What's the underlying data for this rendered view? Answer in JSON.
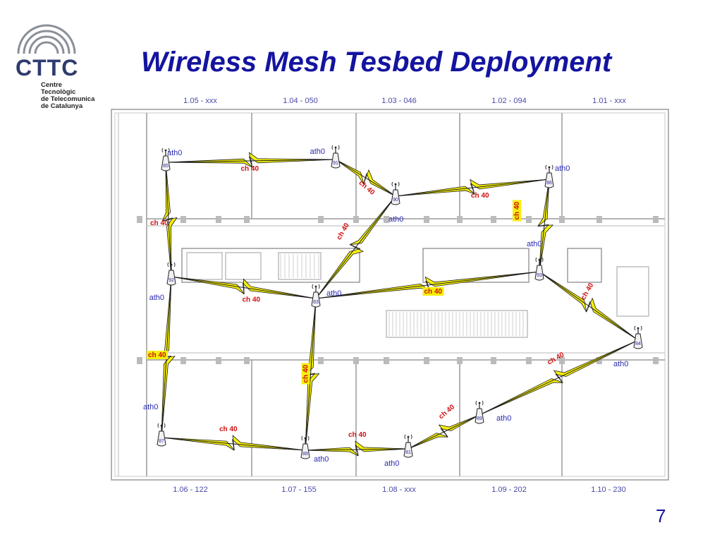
{
  "slide": {
    "title": "Wireless Mesh Tesbed Deployment",
    "page_number": "7"
  },
  "logo": {
    "name": "CTTC",
    "subtitle": [
      "Centre",
      "Tecnològic",
      "de Telecomunica",
      "de Catalunya"
    ]
  },
  "rooms_top": [
    "1.05 - xxx",
    "1.04 - 050",
    "1.03 - 046",
    "1.02 - 094",
    "1.01 - xxx"
  ],
  "rooms_bottom": [
    "1.06 - 122",
    "1.07 - 155",
    "1.08 - xxx",
    "1.09 - 202",
    "1.10 - 230"
  ],
  "nodes": [
    {
      "id": "85",
      "iface": "ath0"
    },
    {
      "id": "91",
      "iface": "ath0"
    },
    {
      "id": "90",
      "iface": "ath0"
    },
    {
      "id": "86",
      "iface": "ath0"
    },
    {
      "id": "92",
      "iface": "ath0"
    },
    {
      "id": "83",
      "iface": "ath0"
    },
    {
      "id": "93",
      "iface": "ath0"
    },
    {
      "id": "84",
      "iface": "ath0"
    },
    {
      "id": "87",
      "iface": "ath0"
    },
    {
      "id": "88",
      "iface": "ath0"
    },
    {
      "id": "81",
      "iface": "ath0"
    },
    {
      "id": "89",
      "iface": "ath0"
    }
  ],
  "links": [
    {
      "from": "85",
      "to": "91",
      "channel": "ch 40",
      "highlight": false
    },
    {
      "from": "91",
      "to": "90",
      "channel": "ch 40",
      "highlight": false
    },
    {
      "from": "90",
      "to": "86",
      "channel": "ch 40",
      "highlight": false
    },
    {
      "from": "85",
      "to": "92",
      "channel": "ch 40",
      "highlight": false
    },
    {
      "from": "86",
      "to": "93",
      "channel": "ch 40",
      "highlight": true
    },
    {
      "from": "90",
      "to": "83",
      "channel": "ch 40",
      "highlight": false
    },
    {
      "from": "92",
      "to": "83",
      "channel": "ch 40",
      "highlight": false
    },
    {
      "from": "83",
      "to": "93",
      "channel": "ch 40",
      "highlight": true
    },
    {
      "from": "93",
      "to": "84",
      "channel": "ch 40",
      "highlight": false
    },
    {
      "from": "92",
      "to": "87",
      "channel": "ch 40",
      "highlight": true
    },
    {
      "from": "83",
      "to": "88",
      "channel": "ch 40",
      "highlight": true
    },
    {
      "from": "87",
      "to": "88",
      "channel": "ch 40",
      "highlight": false
    },
    {
      "from": "88",
      "to": "81",
      "channel": "ch 40",
      "highlight": false
    },
    {
      "from": "81",
      "to": "89",
      "channel": "ch 40",
      "highlight": false
    },
    {
      "from": "89",
      "to": "84",
      "channel": "ch 40",
      "highlight": false
    }
  ],
  "colors": {
    "title": "#1414a0",
    "zigzag": "#f5f00a",
    "channel_label": "#d01010",
    "iface_label": "#2a2ab0",
    "highlight": "#f5f00a"
  }
}
